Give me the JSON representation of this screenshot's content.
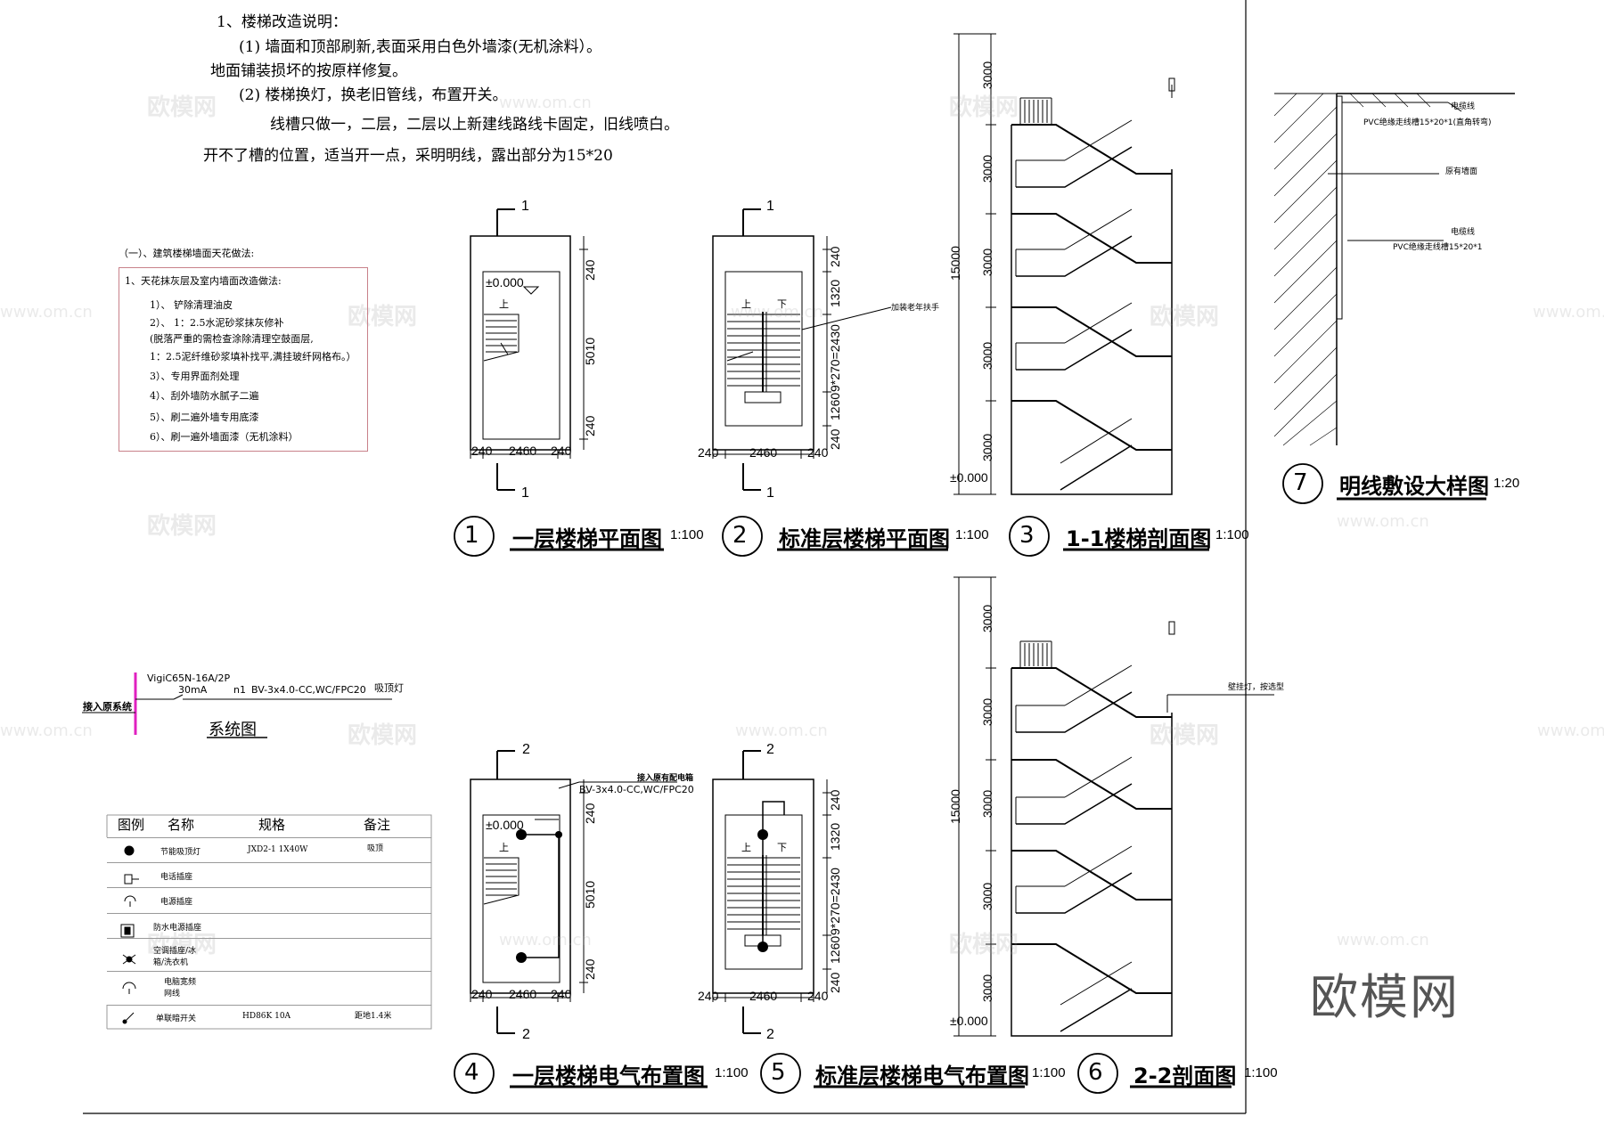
{
  "notes": {
    "heading": "1、楼梯改造说明：",
    "line1": "(1) 墙面和顶部刷新,表面采用白色外墙漆(无机涂料）。",
    "line2": "地面铺装损坏的按原样修复。",
    "line3": "(2) 楼梯换灯，换老旧管线，布置开关。",
    "line4": "线槽只做一，二层，二层以上新建线路线卡固定，旧线喷白。",
    "line5": "开不了槽的位置，适当开一点，采明明线，露出部分为15*20"
  },
  "wall_box": {
    "heading": "（一）、建筑楼梯墙面天花做法:",
    "items": [
      "1、天花抹灰层及室内墙面改造做法:",
      "1）、 铲除清理油皮",
      "2）、 1：2.5水泥砂浆抹灰修补",
      "(脱落严重的需检查涂除清理空鼓面层,",
      "1：2.5泥纤维砂浆填补找平,满挂玻纤网格布。）",
      "3）、专用界面剂处理",
      "4）、刮外墙防水腻子二遍",
      "5）、刷二遍外墙专用底漆",
      "6）、刷一遍外墙面漆（无机涂料）"
    ]
  },
  "plans": {
    "p1": {
      "section_mark": "1",
      "elev": "±0.000",
      "up": "上",
      "w_left": "240",
      "w_mid": "2460",
      "w_right": "240",
      "h_top": "240",
      "h_mid": "5010",
      "h_bot": "240"
    },
    "p2": {
      "section_mark": "1",
      "up": "上",
      "down": "下",
      "handrail": "加装老年扶手",
      "w_left": "240",
      "w_mid": "2460",
      "w_right": "240",
      "h1": "240",
      "h2": "1320",
      "h3": "9*270=2430",
      "h4": "1260",
      "h5": "240"
    },
    "p4": {
      "section_mark": "2",
      "elev": "±0.000",
      "up": "上",
      "feed": "接入原有配电箱",
      "cable": "BV-3x4.0-CC,WC/FPC20",
      "w_left": "240",
      "w_mid": "2460",
      "w_right": "240",
      "h_top": "240",
      "h_mid": "5010",
      "h_bot": "240"
    },
    "p5": {
      "section_mark": "2",
      "up": "上",
      "down": "下",
      "w_left": "240",
      "w_mid": "2460",
      "w_right": "240",
      "h1": "240",
      "h2": "1320",
      "h3": "9*270=2430",
      "h4": "1260",
      "h5": "240"
    }
  },
  "sections": {
    "s3": {
      "floors": [
        "3000",
        "3000",
        "3000",
        "3000",
        "3000"
      ],
      "total": "15000",
      "elev": "±0.000"
    },
    "s6": {
      "floors": [
        "3000",
        "3000",
        "3000",
        "3000",
        "3000"
      ],
      "total": "15000",
      "elev": "±0.000",
      "lamp_note": "壁挂灯，按选型"
    }
  },
  "detail7": {
    "cable1": "电缆线",
    "trunk1": "PVC绝缘走线槽15*20*1(直角转弯)",
    "wall": "原有墙面",
    "cable2": "电缆线",
    "trunk2": "PVC绝缘走线槽15*20*1"
  },
  "titles": {
    "t1": {
      "num": "1",
      "name": "一层楼梯平面图",
      "scale": "1:100"
    },
    "t2": {
      "num": "2",
      "name": "标准层楼梯平面图",
      "scale": "1:100"
    },
    "t3": {
      "num": "3",
      "name": "1-1楼梯剖面图",
      "scale": "1:100"
    },
    "t4": {
      "num": "4",
      "name": "一层楼梯电气布置图",
      "scale": "1:100"
    },
    "t5": {
      "num": "5",
      "name": "标准层楼梯电气布置图",
      "scale": "1:100"
    },
    "t6": {
      "num": "6",
      "name": "2-2剖面图",
      "scale": "1:100"
    },
    "t7": {
      "num": "7",
      "name": "明线敷设大样图",
      "scale": "1:20"
    }
  },
  "system": {
    "breaker": "VigiC65N-16A/2P",
    "rcd": "30mA",
    "circuit": "n1",
    "cable": "BV-3x4.0-CC,WC/FPC20",
    "load": "吸顶灯",
    "source": "接入原系统",
    "title": "系统图"
  },
  "legend": {
    "headers": [
      "图例",
      "名称",
      "规格",
      "备注"
    ],
    "rows": [
      {
        "name": "节能吸顶灯",
        "spec": "JXD2-1 1X40W",
        "note": "吸顶"
      },
      {
        "name": "电话插座",
        "spec": "",
        "note": ""
      },
      {
        "name": "电源插座",
        "spec": "",
        "note": ""
      },
      {
        "name": "防水电源插座",
        "spec": "",
        "note": ""
      },
      {
        "name": "空调插座/冰箱/洗衣机",
        "spec": "",
        "note": ""
      },
      {
        "name": "电脑宽频网线",
        "spec": "",
        "note": ""
      },
      {
        "name": "单联暗开关",
        "spec": "HD86K 10A",
        "note": "距地1.4米"
      }
    ]
  },
  "watermark": {
    "brand": "欧模网",
    "url": "www.om.cn"
  }
}
